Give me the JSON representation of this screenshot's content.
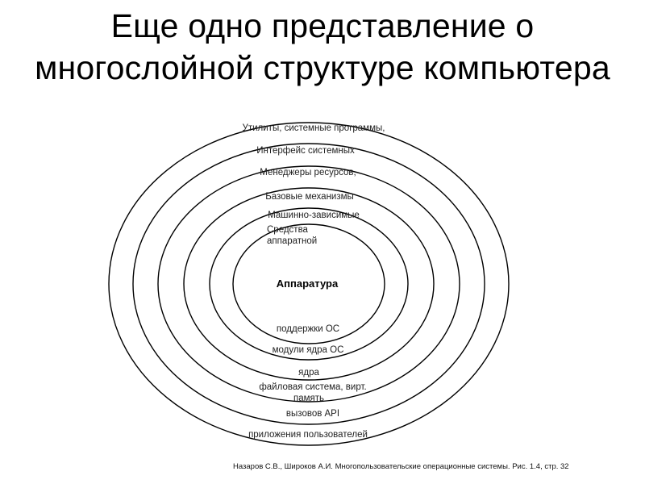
{
  "title": {
    "line1": "Еще одно представление о",
    "line2": "многослойной структуре компьютера"
  },
  "layers": {
    "core": "Аппаратура",
    "l1_top_a": "Средства",
    "l1_top_b": "аппаратной",
    "l1_bottom": "поддержки ОС",
    "l2_top": "Машинно-зависимые",
    "l2_bottom": "модули ядра ОС",
    "l3_top": "Базовые механизмы",
    "l3_bottom": "ядра",
    "l4_top": "Менеджеры ресурсов,",
    "l4_bottom_a": "файловая система, вирт.",
    "l4_bottom_b": "память",
    "l5_top": "Интерфейс системных",
    "l5_bottom": "вызовов API",
    "l6_top": "Утилиты, системные программы,",
    "l6_bottom": "приложения пользователей"
  },
  "citation": "Назаров С.В., Широков А.И. Многопользовательские операционные системы. Рис. 1.4, стр. 32",
  "colors": {
    "ring_stroke": "#000000",
    "background": "#ffffff"
  }
}
